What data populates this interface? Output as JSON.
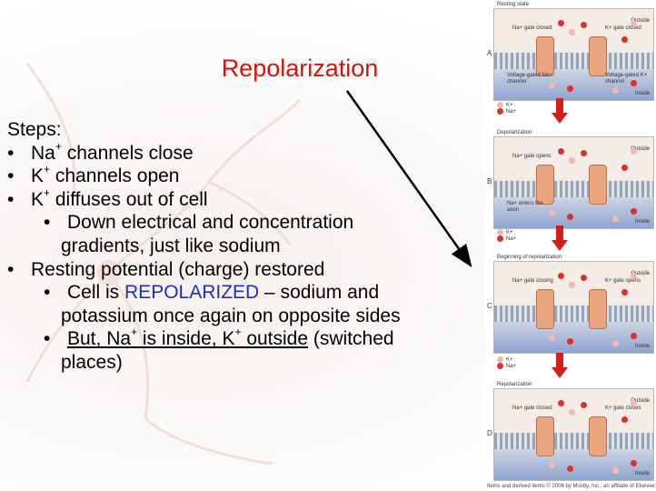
{
  "slide": {
    "title": "Repolarization",
    "steps_heading": "Steps:",
    "bullet_char": "•",
    "bullets": [
      {
        "pre": "Na",
        "sup": "+",
        "post": " channels close"
      },
      {
        "pre": "K",
        "sup": "+",
        "post": " channels open"
      },
      {
        "pre": "K",
        "sup": "+",
        "post": " diffuses out of  cell"
      }
    ],
    "sub1": {
      "line1": "Down electrical and concentration",
      "line2": "gradients, just like sodium"
    },
    "bullet4": "Resting potential (charge) restored",
    "sub2": {
      "pre": "Cell is ",
      "highlight": "REPOLARIZED",
      "post": " – sodium and",
      "line2": "potassium once again on opposite sides"
    },
    "sub3": {
      "pre": "But, ",
      "na": "Na",
      "na_sup": "+",
      "mid": " is inside, K",
      "k_sup": "+",
      "post": " outside",
      "tail": " (switched",
      "line2": "places)"
    }
  },
  "figure": {
    "panels": [
      {
        "heading": "Resting state",
        "letter": "A",
        "outside": "Outside",
        "inside": "Inside",
        "gate_left": "Na+ gate closed",
        "gate_right": "K+ gate closed",
        "ch_left": "Voltage-gated Na+ channel",
        "ch_right": "Voltage-gated K+ channel"
      },
      {
        "heading": "Depolarization",
        "letter": "B",
        "outside": "Outside",
        "inside": "Inside",
        "gate_left": "Na+ gate opens",
        "gate_right": "",
        "ch_left": "Na+ enters the axon",
        "ch_right": ""
      },
      {
        "heading": "Beginning of repolarization",
        "letter": "C",
        "outside": "Outside",
        "inside": "Inside",
        "gate_left": "Na+ gate closing",
        "gate_right": "K+ gate opens",
        "ch_left": "",
        "ch_right": ""
      },
      {
        "heading": "Repolarization",
        "letter": "D",
        "outside": "Outside",
        "inside": "Inside",
        "gate_left": "Na+ gate closed",
        "gate_right": "K+ gate closes",
        "ch_left": "",
        "ch_right": ""
      }
    ],
    "legend": [
      "K+",
      "Na+"
    ],
    "copyright": "Items and derived items © 2006 by Mosby, Inc., an affiliate of Elsevier.",
    "colors": {
      "na_dot": "#d9322a",
      "k_dot": "#f2b9b2",
      "channel": "#e8a57e",
      "arrow": "#d21e1e"
    }
  }
}
